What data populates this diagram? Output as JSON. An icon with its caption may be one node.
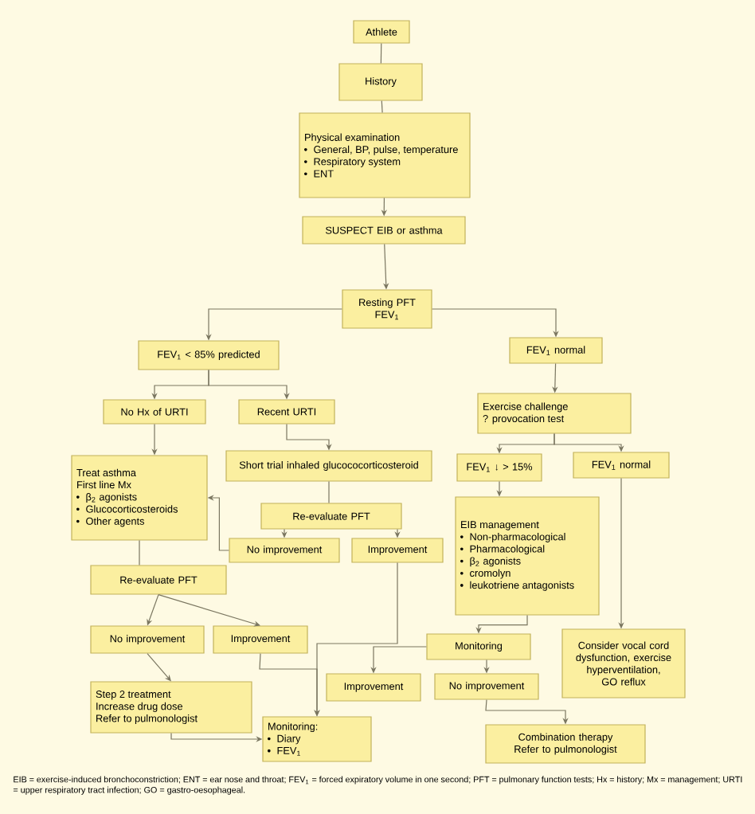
{
  "diagram": {
    "caption": "EIB = exercise-induced bronchoconstriction; ENT = ear nose and throat; FEV$_{1}$ = forced expiratory volume in one second; PFT = pulmonary function tests; Hx = history; Mx = management; URTI = upper respiratory tract infection; GO = gastro-oesophageal.",
    "nodes": [
      {
        "text": [
          "Athlete"
        ]
      },
      {
        "text": [
          "History"
        ]
      },
      {
        "text": [
          "Physical examination",
          "General, BP, pulse, temperature",
          "Respiratory system",
          "ENT"
        ]
      },
      {
        "text": [
          "SUSPECT EIB or asthma"
        ]
      },
      {
        "text": [
          "Resting PFT",
          "FEV$_{1}$"
        ]
      },
      {
        "text": [
          "FEV$_{1}$ < 85% predicted"
        ]
      },
      {
        "text": [
          "FEV$_{1}$ normal"
        ]
      },
      {
        "text": [
          "No Hx of URTI"
        ]
      },
      {
        "text": [
          "Recent URTI"
        ]
      },
      {
        "text": [
          "Exercise challenge",
          "? provocation test"
        ]
      },
      {
        "text": [
          "Treat asthma",
          "First line Mx",
          "β$_{2}$ agonists",
          "Glucocorticosteroids",
          "Other agents"
        ]
      },
      {
        "text": [
          "Short trial inhaled glucococorticosteroid"
        ]
      },
      {
        "text": [
          "Re-evaluate PFT"
        ]
      },
      {
        "text": [
          "FEV$_{1}$ ↓ > 15%"
        ]
      },
      {
        "text": [
          "FEV$_{1}$ normal"
        ]
      },
      {
        "text": [
          "No improvement"
        ]
      },
      {
        "text": [
          "Improvement"
        ]
      },
      {
        "text": [
          "EIB management",
          "Non-pharmacological",
          "Pharmacological",
          "β$_{2}$ agonists",
          "cromolyn",
          "leukotriene antagonists"
        ]
      },
      {
        "text": [
          "Re-evaluate PFT"
        ]
      },
      {
        "text": [
          "No improvement"
        ]
      },
      {
        "text": [
          "Improvement"
        ]
      },
      {
        "text": [
          "Monitoring"
        ]
      },
      {
        "text": [
          "Consider vocal cord dysfunction, exercise hyperventilation, GO reflux"
        ]
      },
      {
        "text": [
          "Improvement"
        ]
      },
      {
        "text": [
          "No improvement"
        ]
      },
      {
        "text": [
          "Step 2 treatment",
          "Increase drug dose",
          "Refer to pulmonologist"
        ]
      },
      {
        "text": [
          "Monitoring:",
          "Diary",
          "FEV$_{1}$"
        ]
      },
      {
        "text": [
          "Combination therapy",
          "Refer to pulmonologist"
        ]
      }
    ],
    "edges": [
      {
        "from": 0,
        "to": 1,
        "arrow": "none"
      },
      {
        "from": 1,
        "to": 2,
        "arrow": "none"
      },
      {
        "from": 2,
        "to": 3,
        "arrow": "to"
      },
      {
        "from": 3,
        "to": 4,
        "arrow": "to"
      },
      {
        "from": 4,
        "to": 5,
        "arrow": "to"
      },
      {
        "from": 4,
        "to": 6,
        "arrow": "to"
      },
      {
        "from": 5,
        "to": 7,
        "arrow": "to"
      },
      {
        "from": 5,
        "to": 8,
        "arrow": "to"
      },
      {
        "from": 6,
        "to": 9,
        "arrow": "to"
      },
      {
        "from": 7,
        "to": 10,
        "arrow": "to"
      },
      {
        "from": 8,
        "to": 11,
        "arrow": "to"
      },
      {
        "from": 11,
        "to": 12,
        "arrow": "none"
      },
      {
        "from": 12,
        "to": 15,
        "arrow": "to"
      },
      {
        "from": 12,
        "to": 16,
        "arrow": "to"
      },
      {
        "from": 15,
        "to": 10,
        "arrow": "to"
      },
      {
        "from": 9,
        "to": 13,
        "arrow": "to"
      },
      {
        "from": 9,
        "to": 14,
        "arrow": "to"
      },
      {
        "from": 10,
        "to": 18,
        "arrow": "none"
      },
      {
        "from": 13,
        "to": 17,
        "arrow": "to"
      },
      {
        "from": 14,
        "to": 22,
        "arrow": "to"
      },
      {
        "from": 17,
        "to": 21,
        "arrow": "to"
      },
      {
        "from": 18,
        "to": 19,
        "arrow": "to"
      },
      {
        "from": 18,
        "to": 20,
        "arrow": "to"
      },
      {
        "from": 19,
        "to": 25,
        "arrow": "to"
      },
      {
        "from": 25,
        "to": 26,
        "arrow": "to"
      },
      {
        "from": 20,
        "to": 26,
        "arrow": "to"
      },
      {
        "from": 16,
        "to": 26,
        "arrow": "to"
      },
      {
        "from": 21,
        "to": 23,
        "arrow": "to"
      },
      {
        "from": 21,
        "to": 24,
        "arrow": "to"
      },
      {
        "from": 24,
        "to": 27,
        "arrow": "to"
      }
    ]
  }
}
